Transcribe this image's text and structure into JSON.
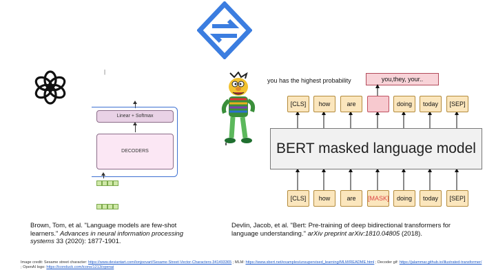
{
  "icons": {
    "swap": "swap-arrows-icon",
    "openai": "openai-logo-icon",
    "character": "sesame-street-character-icon"
  },
  "colors": {
    "accent_blue": "#3b7de0",
    "token_fill": "#fbe6bd",
    "mask_fill": "#f7c9cf",
    "decoder_fill": "#fbe7f4"
  },
  "decoder": {
    "linear_label": "Linear + Softmax",
    "decoders_label": "DECODERS",
    "top_tick": "|"
  },
  "bert": {
    "prob_label": "you has the highest probability",
    "prediction": "you,they, your..",
    "model_label": "BERT masked language model",
    "top_tokens": [
      "[CLS]",
      "how",
      "are",
      "",
      "doing",
      "today",
      "[SEP]"
    ],
    "bottom_tokens": [
      "[CLS]",
      "how",
      "are",
      "[MASK]",
      "doing",
      "today",
      "[SEP]"
    ]
  },
  "citations": {
    "brown_plain": "Brown, Tom, et al. \"Language models are few-shot learners.\" ",
    "brown_italic": "Advances in neural information processing systems",
    "brown_tail": " 33 (2020): 1877-1901.",
    "devlin_plain": "Devlin, Jacob, et al. \"Bert: Pre-training of deep bidirectional transformers for language understanding.\" ",
    "devlin_italic": "arXiv preprint arXiv:1810.04805",
    "devlin_tail": " (2018)."
  },
  "credit": {
    "prefix": "Image credit: Sesame street character: ",
    "link1": "https://www.deviantart.com/lonjoovart/Sesame-Street-Vector-Characters-341493365",
    "mid1": " ; MLM: ",
    "link2": "https://www.sbert.net/examples/unsupervised_learning/MLM/README.html",
    "mid2": " ; Decoder gif: ",
    "link3": "https://jalammar.github.io/illustrated-transformer/",
    "mid3": " ; OpenAI logo: ",
    "link4": "https://iconduck.com/icons/1213/openai"
  }
}
